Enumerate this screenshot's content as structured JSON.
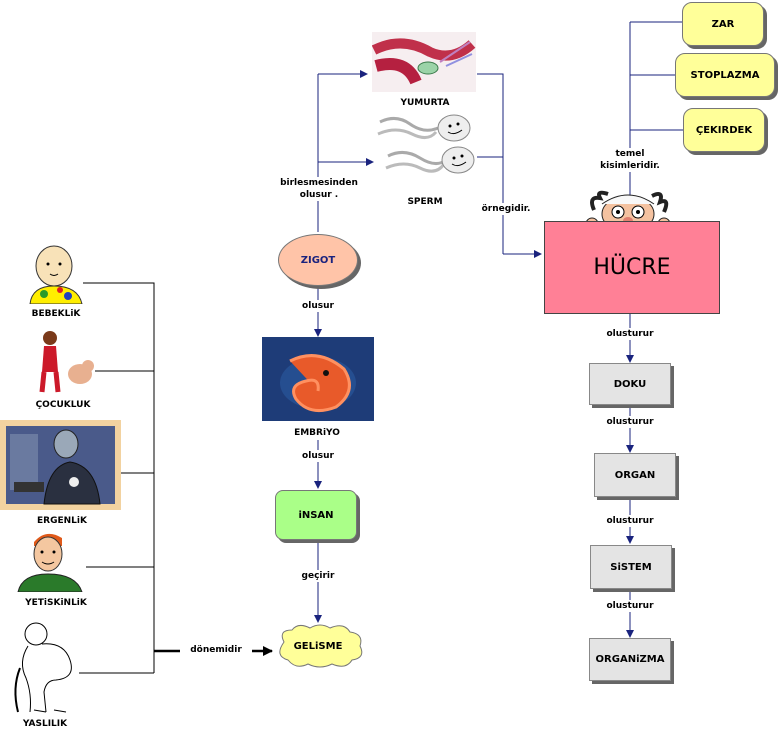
{
  "nodes": {
    "zar": "ZAR",
    "stoplazma": "STOPLAZMA",
    "cekirdek": "ÇEKIRDEK",
    "hucre": "HÜCRE",
    "doku": "DOKU",
    "organ": "ORGAN",
    "sistem": "SiSTEM",
    "organizma": "ORGANiZMA",
    "zigot": "ZIGOT",
    "insan": "iNSAN",
    "gelisme": "GELiSME"
  },
  "pictures": {
    "yumurta": "YUMURTA",
    "sperm": "SPERM",
    "embriyo": "EMBRiYO",
    "bebeklik": "BEBEKLiK",
    "cocukluk": "ÇOCUKLUK",
    "ergenlik": "ERGENLiK",
    "yetiskinlik": "YETiSKiNLiK",
    "yaslilik": "YASLILIK"
  },
  "links": {
    "temel": "temel",
    "kisimleridir": "kisimleridir.",
    "ornegidir": "örnegidir.",
    "birlesmesinden": "birlesmesinden",
    "olusur_dot": "olusur .",
    "olusur_1": "olusur",
    "olusur_2": "olusur",
    "gecirir": "geçirir",
    "olusturur_1": "olusturur",
    "olusturur_2": "olusturur",
    "olusturur_3": "olusturur",
    "olusturur_4": "olusturur",
    "donemidir": "dönemidir"
  },
  "colors": {
    "hucre_fill": "#ff8096",
    "zigot_fill": "#ffc4a8",
    "insan_fill": "#aaff88",
    "yellow_fill": "#ffff99",
    "grey_fill": "#e4e4e4",
    "connector": "#1a237e"
  }
}
